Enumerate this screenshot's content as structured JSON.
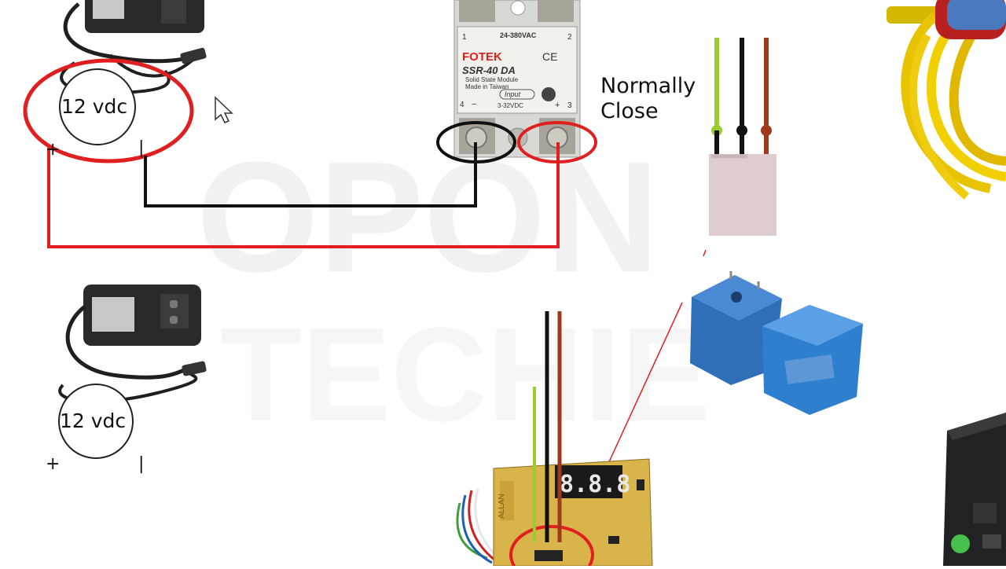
{
  "watermark": {
    "line1": "OPON",
    "line2": "TECHIE"
  },
  "adapter_top": {
    "label": "12 vdc",
    "plus": "+",
    "minus": "|"
  },
  "adapter_bottom": {
    "label": "12 vdc",
    "plus": "+",
    "minus": "|"
  },
  "ssr": {
    "brand": "FOTEK",
    "model": "SSR-40 DA",
    "subtitle": "Solid State Module",
    "origin": "Made in Taiwan",
    "load_range": "24-380VAC",
    "input_label": "Input",
    "input_range": "3-32VDC",
    "pin1": "1",
    "pin2": "2",
    "pin3": "3",
    "pin4": "4",
    "minus": "−",
    "plus": "+",
    "ce_mark": "CE"
  },
  "relay_note": {
    "line1": "Normally",
    "line2": "Close"
  },
  "controller": {
    "display": "8.8.8",
    "brand": "ALLAN"
  },
  "colors": {
    "red_wire": "#e02020",
    "black_wire": "#111111",
    "green_wire": "#9acd32",
    "brown_wire": "#a0391c",
    "relay_blue": "#2f7fcf"
  }
}
